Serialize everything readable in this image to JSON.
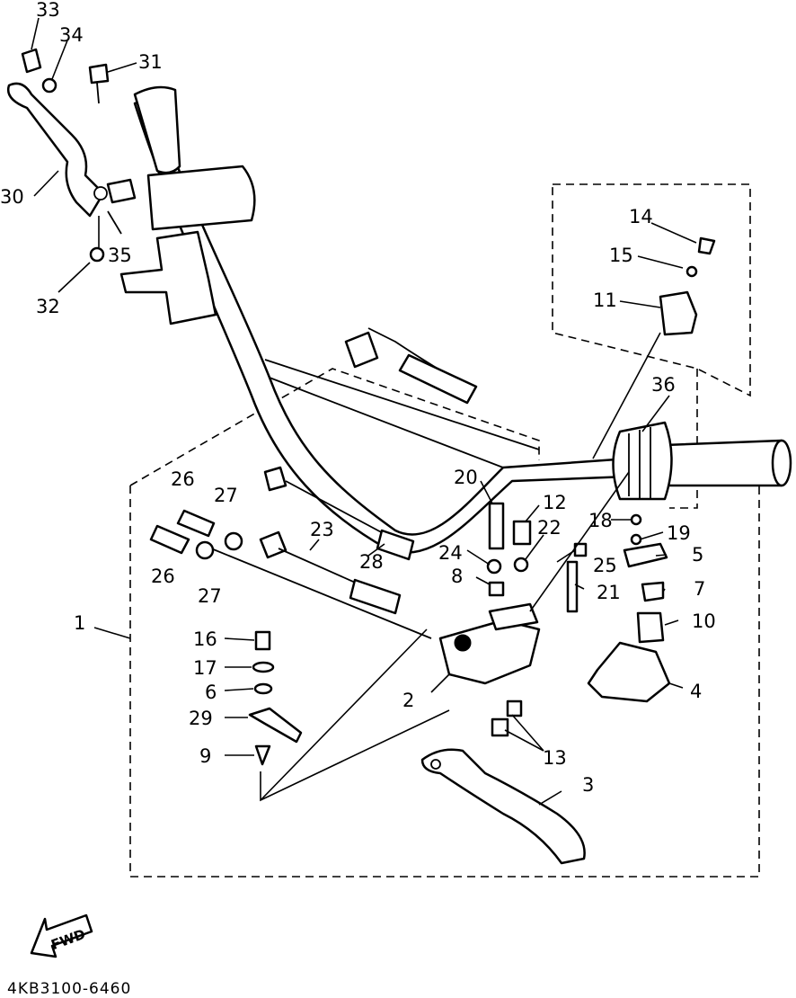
{
  "diagram": {
    "part_code": "4KB3100-6460",
    "fwd_label": "FWD",
    "callouts": {
      "c1": "1",
      "c2": "2",
      "c3": "3",
      "c4": "4",
      "c5": "5",
      "c6": "6",
      "c7": "7",
      "c8": "8",
      "c9": "9",
      "c10": "10",
      "c11": "11",
      "c12": "12",
      "c13": "13",
      "c14": "14",
      "c15": "15",
      "c16": "16",
      "c17": "17",
      "c18": "18",
      "c19": "19",
      "c20": "20",
      "c21": "21",
      "c22": "22",
      "c23": "23",
      "c24": "24",
      "c25": "25",
      "c26a": "26",
      "c26b": "26",
      "c27a": "27",
      "c27b": "27",
      "c28": "28",
      "c29": "29",
      "c30": "30",
      "c31": "31",
      "c32": "32",
      "c33": "33",
      "c34": "34",
      "c35": "35",
      "c36": "36"
    }
  }
}
